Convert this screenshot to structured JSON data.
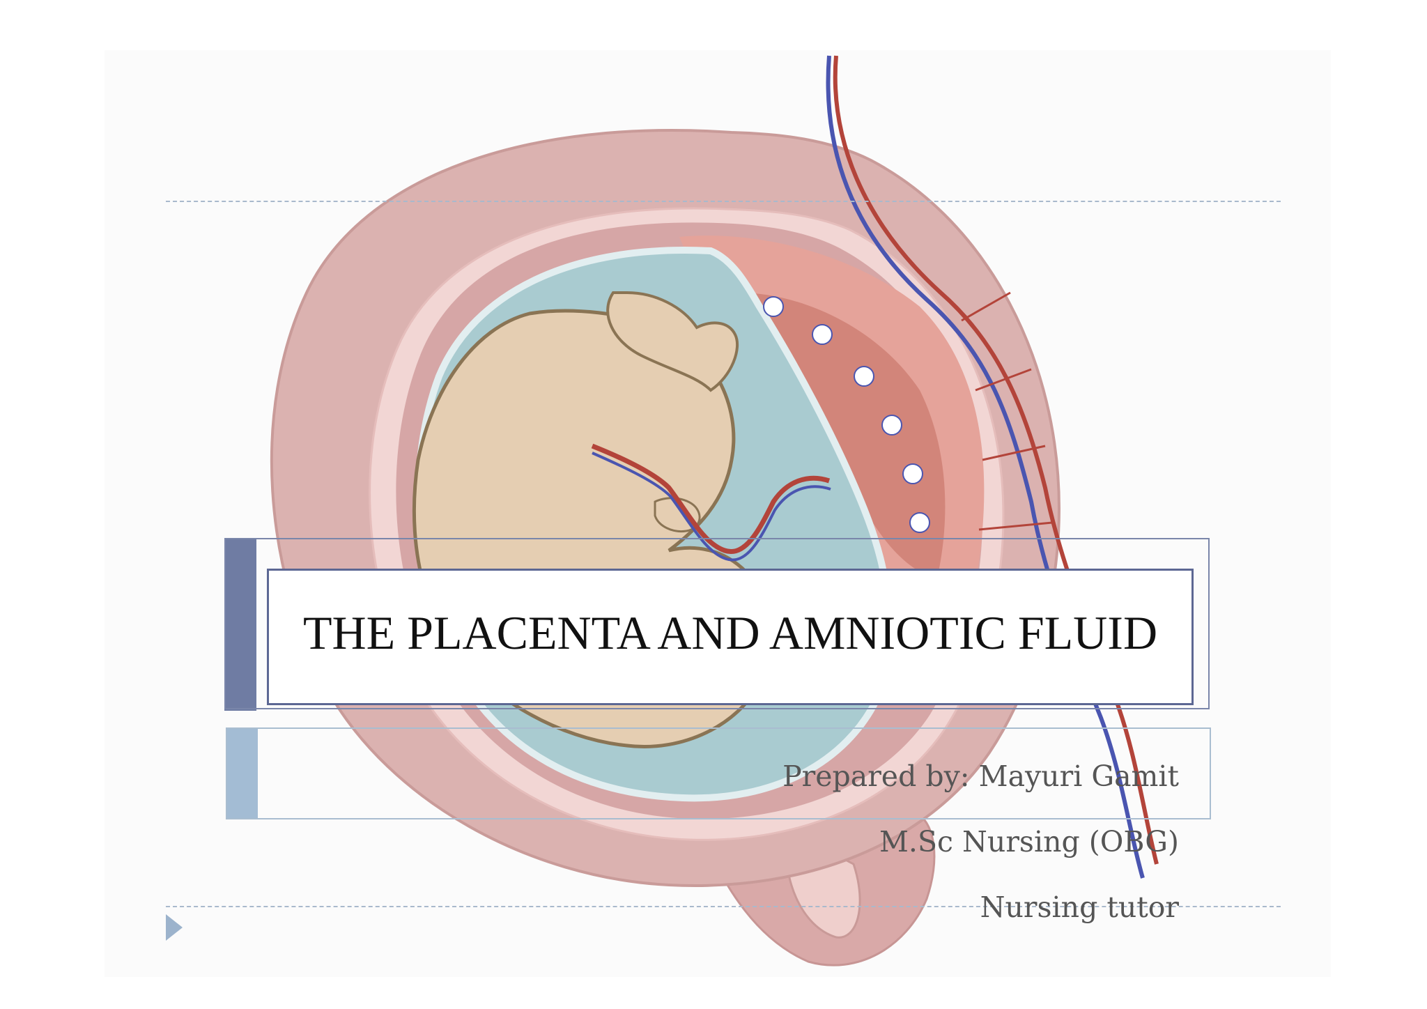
{
  "slide": {
    "title": "THE PLACENTA AND AMNIOTIC FLUID",
    "byline": [
      "Prepared by: Mayuri Gamit",
      "M.Sc Nursing (OBG)",
      "Nursing tutor"
    ]
  },
  "illustration": {
    "subject": "uterus-with-fetus-placenta-illustration"
  },
  "colors": {
    "uterus_wall": "#dcb3b1",
    "uterus_inner": "#f1d2d0",
    "amniotic_fluid": "#a8cbd0",
    "fetus_skin": "#e6cfb3",
    "fetus_outline": "#8a7454",
    "placenta": "#d98a7f",
    "artery": "#b3443a",
    "vein": "#4a55b0",
    "title_accent": "#6f7ca3",
    "subtitle_accent": "#a3bcd4"
  }
}
